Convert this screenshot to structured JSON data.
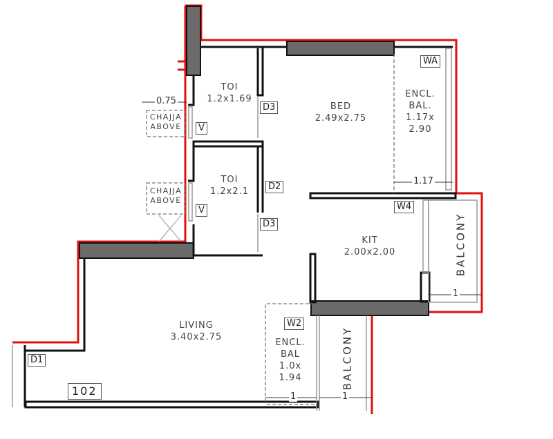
{
  "plan": {
    "unit_number": "102",
    "rooms": [
      {
        "name": "TOI",
        "size": "1.2x1.69"
      },
      {
        "name": "BED",
        "size": "2.49x2.75"
      },
      {
        "name": "ENCL. BAL.",
        "size": "1.17x 2.90"
      },
      {
        "name": "TOI",
        "size": "1.2x2.1"
      },
      {
        "name": "KIT",
        "size": "2.00x2.00"
      },
      {
        "name": "LIVING",
        "size": "3.40x2.75"
      },
      {
        "name": "ENCL. BAL",
        "size": "1.0x 1.94"
      },
      {
        "name": "BALCONY",
        "size": ""
      },
      {
        "name": "BALCONY",
        "size": ""
      }
    ],
    "tags": {
      "d1": "D1",
      "d2": "D2",
      "d3a": "D3",
      "d3b": "D3",
      "v1": "V",
      "v2": "V",
      "wa": "WA",
      "w4": "W4",
      "w2": "W2"
    },
    "notes": {
      "chajja1": "CHAJJA\nABOVE",
      "chajja2": "CHAJJA\nABOVE"
    },
    "dimensions": {
      "chajja_width": "0.75",
      "encl_bal_width": "1.17",
      "kit_balcony_width": "1",
      "encl_bal2_width": "1",
      "balcony2_width": "1"
    },
    "colors": {
      "boundary": "#e01010",
      "wall": "#111111",
      "column": "#6b6b6b",
      "dashed": "#777777"
    }
  }
}
